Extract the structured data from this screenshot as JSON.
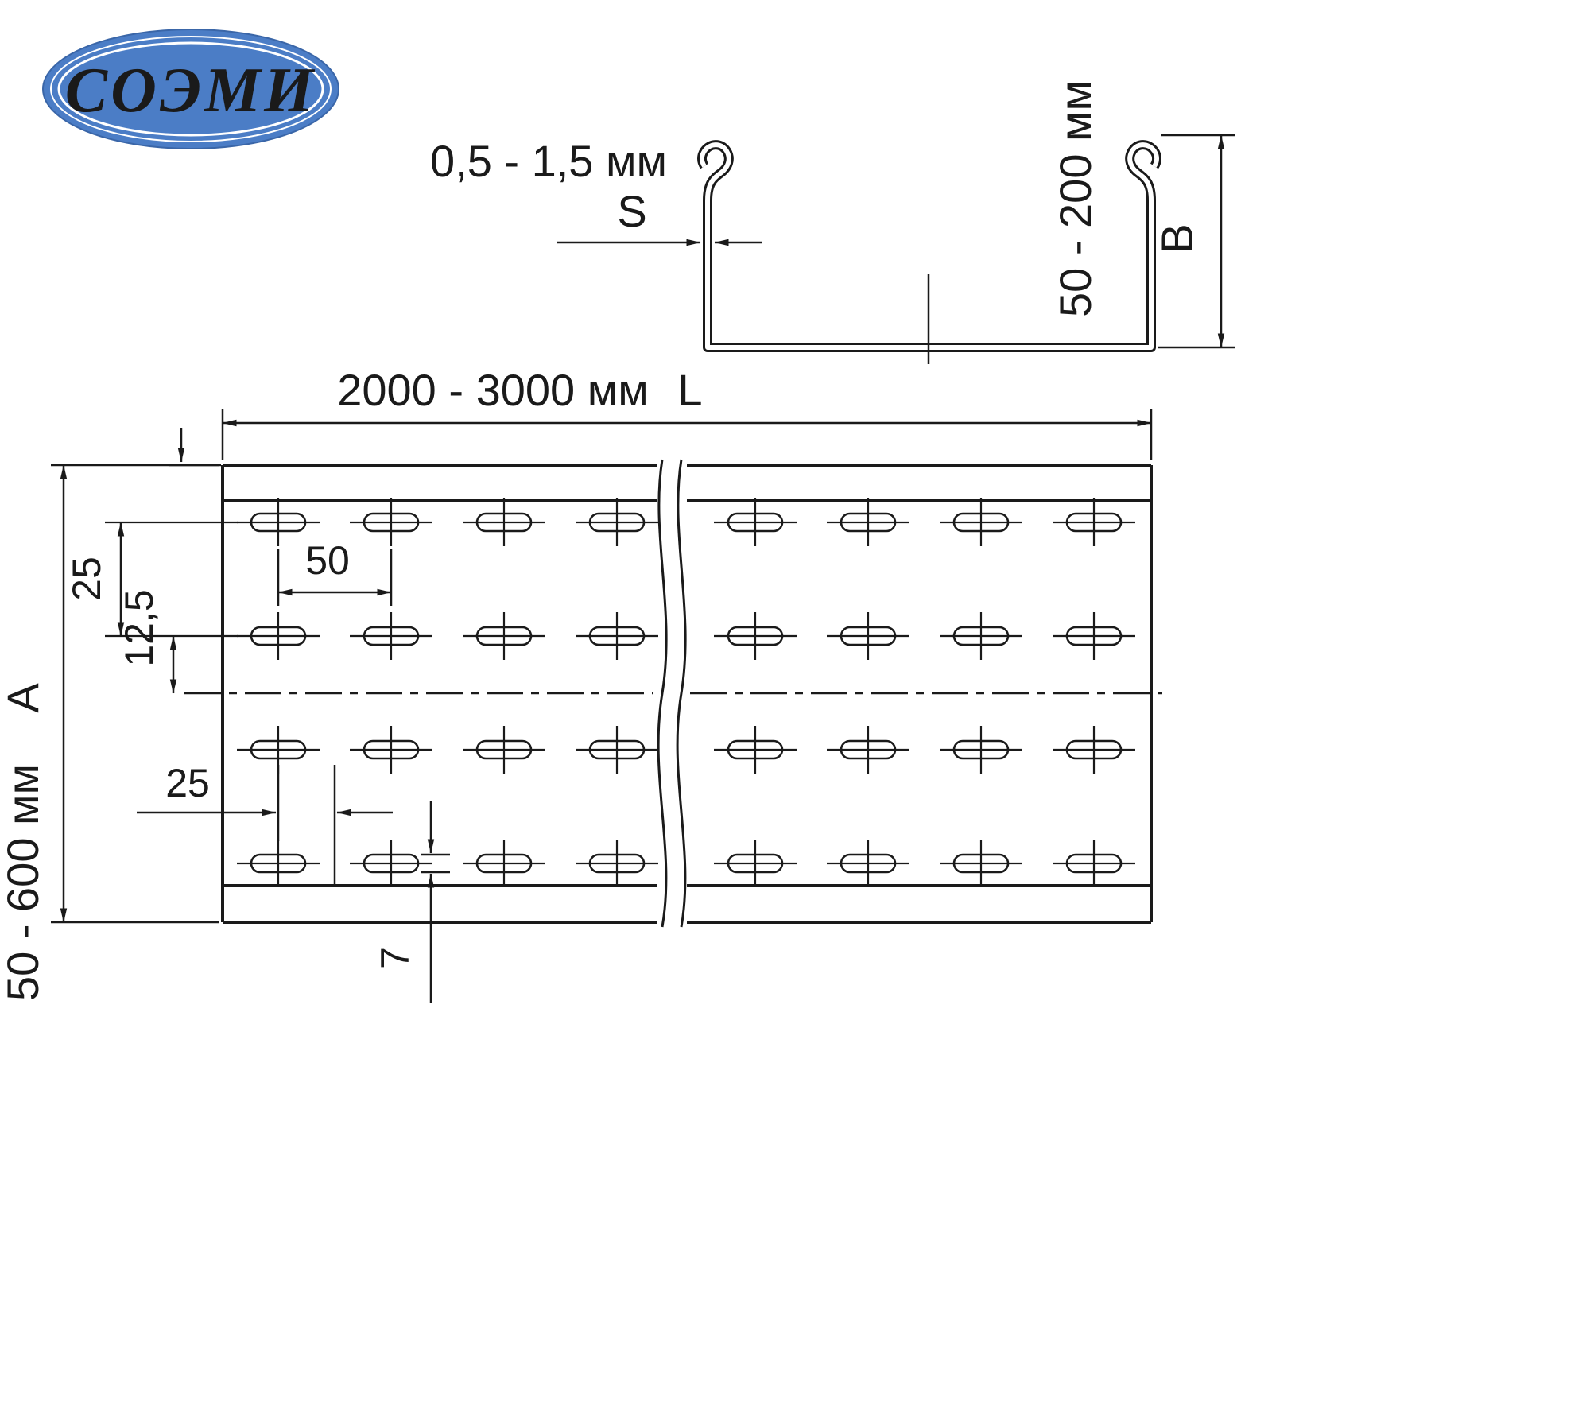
{
  "logo": {
    "text": "СОЭМИ"
  },
  "section_view": {
    "thickness_label": "0,5 - 1,5 мм",
    "thickness_symbol": "S",
    "height_label": "50 - 200 мм",
    "height_symbol": "B"
  },
  "plan_view": {
    "length_label": "2000 - 3000 мм",
    "length_symbol": "L",
    "width_label": "50 - 600 мм",
    "width_symbol": "А",
    "row_spacing": "25",
    "row_offset": "12,5",
    "slot_pitch": "50",
    "slot_half_pitch": "25",
    "slot_height": "7"
  },
  "colors": {
    "line": "#1a1a1a",
    "logo_blue": "#4b7dc6",
    "logo_ring": "#ffffff",
    "logo_text": "#ffffff"
  }
}
